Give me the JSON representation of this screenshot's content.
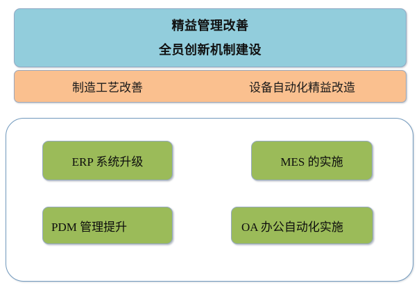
{
  "diagram": {
    "title_band": {
      "name": "top-strategy-band",
      "color": "#92CDDC",
      "lines": [
        "精益管理改善",
        "全员创新机制建设"
      ]
    },
    "secondary_band": {
      "name": "process-band",
      "color": "#FAC08F",
      "items": [
        "制造工艺改善",
        "设备自动化精益改造"
      ]
    },
    "systems_group": {
      "name": "information-systems-group",
      "border_color": "#7199bd",
      "box_color": "#9BBB59",
      "boxes": [
        "ERP 系统升级",
        "MES 的实施",
        "PDM 管理提升",
        "OA 办公自动化实施"
      ]
    }
  }
}
